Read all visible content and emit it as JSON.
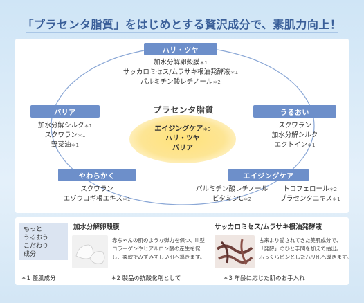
{
  "title": "「プラセンタ脂質」をはじめとする贅沢成分で、素肌力向上！",
  "center": {
    "heading": "プラセンタ脂質",
    "line1": "エイジングケア",
    "line1_note": "＊3",
    "line2": "ハリ・ツヤ",
    "line3": "バリア"
  },
  "nodes": {
    "hari": {
      "label": "ハリ・ツヤ",
      "items": [
        "加水分解卵殻膜",
        "サッカロミセス/ムラサキ根油発酵液",
        "パルミチン酸レチノール"
      ],
      "notes": [
        "＊1",
        "＊1",
        "＊2"
      ]
    },
    "barrier": {
      "label": "バリア",
      "items": [
        "加水分解シルク",
        "スクワラン",
        "野菜油"
      ],
      "notes": [
        "＊1",
        "＊1",
        "＊1"
      ]
    },
    "uruoi": {
      "label": "うるおい",
      "items": [
        "スクワラン",
        "加水分解シルク",
        "エクトイン"
      ],
      "notes": [
        "",
        "",
        "＊1"
      ]
    },
    "yawaraka": {
      "label": "やわらかく",
      "items": [
        "スクワラン",
        "エゾウコギ根エキス"
      ],
      "notes": [
        "",
        "＊1"
      ]
    },
    "aging": {
      "label": "エイジングケア",
      "items_left": [
        "パルミチン酸レチノール",
        "ビタミンC"
      ],
      "notes_left": [
        "",
        "＊2"
      ],
      "items_right": [
        "トコフェロール",
        "プラセンタエキス"
      ],
      "notes_right": [
        "＊2",
        "＊1"
      ]
    }
  },
  "bottom": {
    "side_label": [
      "もっと",
      "うるおう",
      "こだわり",
      "成分"
    ],
    "eggshell": {
      "title": "加水分解卵殻膜",
      "text": [
        "赤ちゃんの肌のような弾力を保つ、III型",
        "コラーゲンやヒアルロン酸の産生を促",
        "し、柔軟でみずみずしい肌へ導きます。"
      ]
    },
    "saccharo": {
      "title": "サッカロミセス/ムラサキ根油発酵液",
      "text": [
        "古来より愛されてきた美肌成分で、",
        "「発酵」のひと手間を加えて抽出。",
        "ふっくらピンとしたハリ肌へ導きます。"
      ]
    }
  },
  "footnotes": [
    "＊1 整肌成分",
    "＊2 製品の抗酸化剤として",
    "＊3 年齢に応じた肌のお手入れ"
  ],
  "colors": {
    "accent": "#6d8fca",
    "title": "#3a5f99",
    "gold": "#ffe27a"
  }
}
